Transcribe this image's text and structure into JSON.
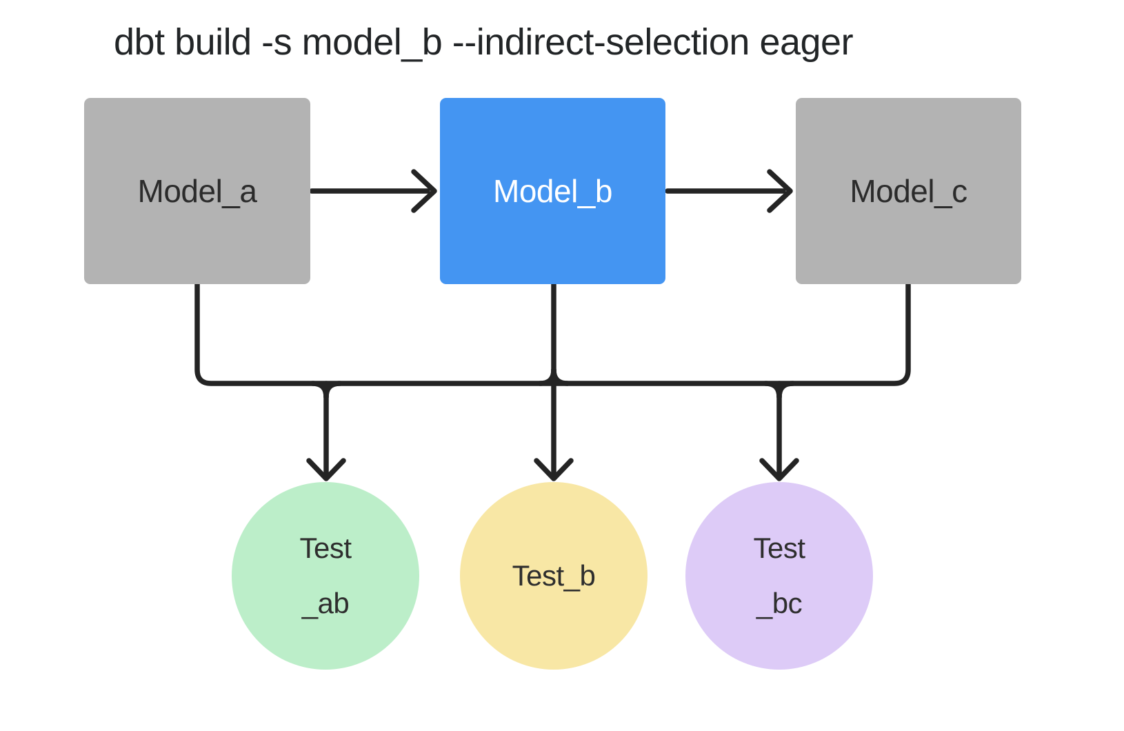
{
  "title": "dbt build -s model_b --indirect-selection eager",
  "colors": {
    "background": "#ffffff",
    "connector": "#242424",
    "model_default_fill": "#b3b3b3",
    "model_selected_fill": "#4495f2",
    "model_default_text": "#2b2b2b",
    "model_selected_text": "#ffffff",
    "test_ab_fill": "#bceec9",
    "test_b_fill": "#f8e7a5",
    "test_bc_fill": "#ddcbf7",
    "test_text": "#2e2e2e"
  },
  "diagram": {
    "models": [
      {
        "id": "model_a",
        "label": "Model_a",
        "fill": "#b3b3b3",
        "text_color": "#2b2b2b",
        "selected": false
      },
      {
        "id": "model_b",
        "label": "Model_b",
        "fill": "#4495f2",
        "text_color": "#ffffff",
        "selected": true
      },
      {
        "id": "model_c",
        "label": "Model_c",
        "fill": "#b3b3b3",
        "text_color": "#2b2b2b",
        "selected": false
      }
    ],
    "tests": [
      {
        "id": "test_ab",
        "label_lines": [
          "Test",
          "_ab"
        ],
        "fill": "#bceec9"
      },
      {
        "id": "test_b",
        "label_lines": [
          "Test_b"
        ],
        "fill": "#f8e7a5"
      },
      {
        "id": "test_bc",
        "label_lines": [
          "Test",
          "_bc"
        ],
        "fill": "#ddcbf7"
      }
    ],
    "model_edges": [
      {
        "from": "model_a",
        "to": "model_b"
      },
      {
        "from": "model_b",
        "to": "model_c"
      }
    ],
    "test_fanout": {
      "sources": [
        "model_a",
        "model_b",
        "model_c"
      ],
      "targets": [
        "test_ab",
        "test_b",
        "test_bc"
      ]
    }
  }
}
